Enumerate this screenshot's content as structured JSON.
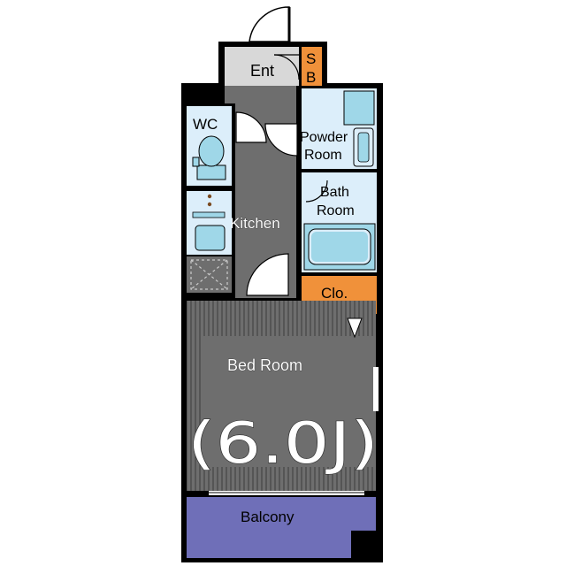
{
  "rooms": {
    "entrance": "Ent",
    "shoe_box_1": "S",
    "shoe_box_2": "B",
    "wc": "WC",
    "powder_1": "Powder",
    "powder_2": "Room",
    "bath_1": "Bath",
    "bath_2": "Room",
    "kitchen": "Kitchen",
    "closet": "Clo.",
    "bedroom": "Bed Room",
    "bedroom_size": "(6.0J)",
    "balcony": "Balcony"
  },
  "colors": {
    "wall": "#000000",
    "floor": "#6e6e6e",
    "entrance": "#d8d8d8",
    "wet_area": "#dceefa",
    "fixture": "#9fd7e8",
    "closet": "#f0913a",
    "balcony": "#6f6fb8"
  }
}
